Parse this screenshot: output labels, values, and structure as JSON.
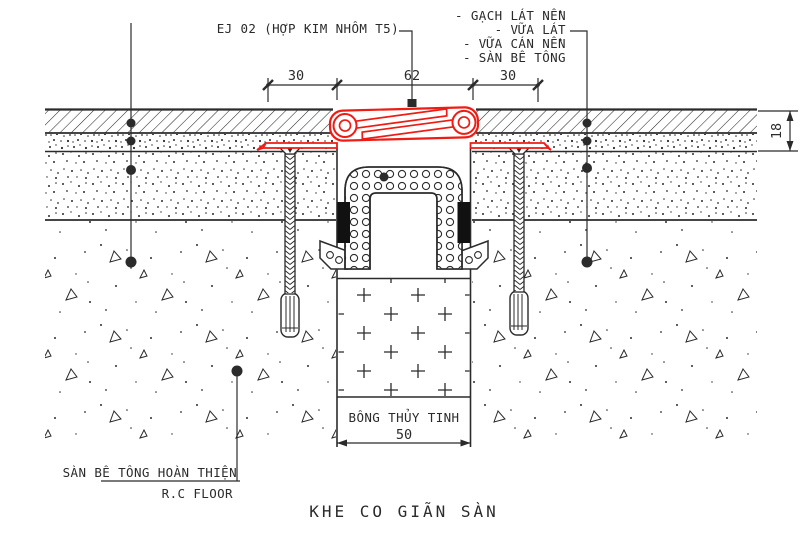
{
  "drawing": {
    "title": "KHE CO GIÃN SÀN",
    "profile_label": "EJ 02 (HỢP KIM NHÔM T5)",
    "layer_labels": {
      "tile": "- GẠCH LÁT NỀN",
      "adhesive": "- VỮA LÁT",
      "screed": "- VỮA CÁN NỀN",
      "concrete": "- SÀN BÊ TÔNG"
    },
    "glasswool_label": "BÔNG THỦY TINH",
    "floor_label": "SÀN BÊ TÔNG HOÀN THIỆN",
    "floor_label_en": "R.C FLOOR",
    "dims": {
      "flange_left": "30",
      "joint_width": "62",
      "flange_right": "30",
      "finish_depth": "18",
      "wool_width": "50"
    },
    "colors": {
      "line": "#2b2b2b",
      "profile_red": "#ee1c14"
    }
  }
}
